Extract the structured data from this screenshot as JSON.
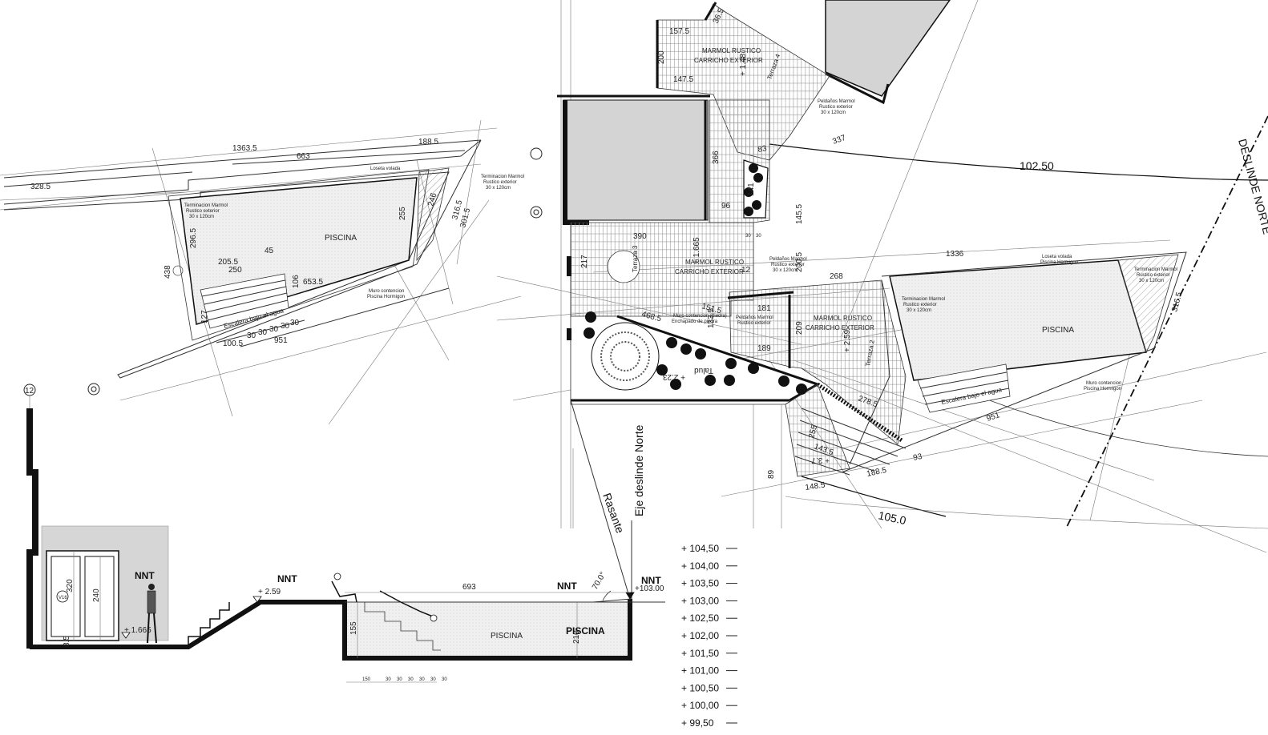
{
  "plan_left": {
    "pool_label": "PISCINA",
    "stairs_label": "Escalera bajo el agua",
    "notes": {
      "loseta": "Loseta volada",
      "termination_1": "Terminacion Marmol",
      "termination_1b": "Rustico exterior",
      "termination_1c": "30 x 120cm",
      "termination_2": "Terminacion Marmol",
      "termination_2b": "Rustico exterior",
      "termination_2c": "30 x 120cm",
      "retaining": "Muro contencion",
      "retaining_b": "Piscina Hormigon"
    },
    "dims": {
      "d1": "1363.5",
      "d2": "663",
      "d3": "188.5",
      "d4": "328.5",
      "d5": "296.5",
      "d6": "205.5",
      "d7": "45",
      "d8": "250",
      "d9": "106",
      "d10": "653.5",
      "d11": "438",
      "d12": "255",
      "d13": "246",
      "d14": "316.5",
      "d15": "301.5",
      "d16": "127",
      "d17": "100.5",
      "d18": "30",
      "d19": "30",
      "d20": "30",
      "d21": "30",
      "d22": "30",
      "d23": "951"
    },
    "axis_label": "12"
  },
  "plan_right": {
    "pool_label": "PISCINA",
    "stairs_label": "Escalera bajo el agua",
    "terraza3": "Terraza 3",
    "terraza4": "Terraza 4",
    "terraza2": "Terraza 2",
    "talud": "Talud",
    "marble_1a": "MARMOL RUSTICO",
    "marble_1b": "CARRICHO EXTERIOR",
    "marble_2a": "MARMOL RUSTICO",
    "marble_2b": "CARRICHO EXTERIOR",
    "marble_3a": "MARMOL RUSTICO",
    "marble_3b": "CARRICHO EXTERIOR",
    "north_label": "DESLINDE NORTE",
    "axis_north": "Eje deslinde Norte",
    "rasante": "Rasante",
    "contour_1": "102.50",
    "contour_2": "105.0",
    "levels": {
      "t4": "+ 1.48",
      "t3": "+ 1.665",
      "talud": "+ 2.23",
      "t2": "+ 2.59",
      "t1": "+ 3.7"
    },
    "notes": {
      "pelda1": "Peldaños Marmol",
      "pelda1b": "Rustico exterior",
      "pelda1c": "30 x 120cm",
      "pelda2": "Peldaños Marmol",
      "pelda2b": "Rustico exterior",
      "pelda2c": "30 x 120cm",
      "pelda3": "Peldaños Marmol",
      "pelda3b": "Rustico exterior",
      "muro": "Muro contencion",
      "muro_b": "Piscina Hormigon",
      "loseta": "Loseta volada",
      "loseta_b": "Piscina Hormigon",
      "term": "Terminacion Marmol",
      "term_b": "Rustico exterior",
      "term_c": "30 x 120cm",
      "term2": "Terminacion Marmol",
      "term2b": "Rustico exterior",
      "term2c": "30 x 120cm",
      "muro_cont": "Muro contencion (piedra)",
      "muro_cont_b": "Enchapado de piedra"
    },
    "dims": {
      "d1": "157.5",
      "d2": "36.5",
      "d3": "200",
      "d4": "147.5",
      "d5": "366",
      "d6": "83",
      "d7": "337",
      "d8": "96",
      "d9": "145.5",
      "d10": "390",
      "d11": "217",
      "d12": "1336",
      "d13": "268",
      "d14": "200.5",
      "d15": "468.5",
      "d16": "151.5",
      "d17": "133.5",
      "d18": "181",
      "d19": "189",
      "d20": "209",
      "d21": "278.5",
      "d22": "255",
      "d23": "143.5",
      "d24": "951",
      "d25": "316.5",
      "d26": "188.5",
      "d27": "93",
      "d28": "148.5",
      "d29": "89",
      "d30": "12",
      "d31": "30",
      "d32": "30",
      "d33": "141"
    }
  },
  "section": {
    "nnt_1": "NNT",
    "nnt_2": "NNT",
    "nnt_3": "NNT",
    "nnt_4": "NNT",
    "level_1": "+ 2.59",
    "level_2": "+ 1.665",
    "level_3": "+103.00",
    "pool_label": "PISCINA",
    "pool_label_2": "PISCINA",
    "angle": "70.0°",
    "dim_693": "693",
    "dim_320": "320",
    "dim_240": "240",
    "dim_155": "155",
    "dim_210": "210",
    "dim_85": "8.5",
    "door_tag": "V16",
    "bottom_dims": [
      "150",
      "30",
      "30",
      "30",
      "30",
      "30",
      "30"
    ]
  },
  "elevation_scale": {
    "levels": [
      "+ 104,50",
      "+ 104,00",
      "+ 103,50",
      "+ 103,00",
      "+ 102,50",
      "+ 102,00",
      "+ 101,50",
      "+ 101,00",
      "+ 100,50",
      "+ 100,00",
      "+ 99,50"
    ]
  }
}
